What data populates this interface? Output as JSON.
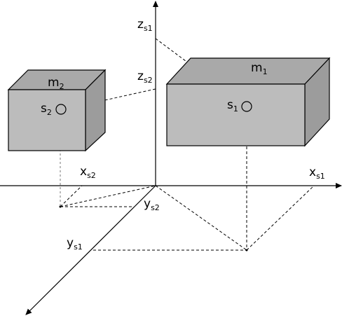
{
  "masses": {
    "m1": {
      "base": "m",
      "sub": "1"
    },
    "m2": {
      "base": "m",
      "sub": "2"
    }
  },
  "centers": {
    "s1": {
      "base": "s",
      "sub": "1"
    },
    "s2": {
      "base": "s",
      "sub": "2"
    }
  },
  "axis_labels": {
    "xs1": {
      "base": "x",
      "sub": "s1"
    },
    "xs2": {
      "base": "x",
      "sub": "s2"
    },
    "ys1": {
      "base": "y",
      "sub": "s1"
    },
    "ys2": {
      "base": "y",
      "sub": "s2"
    },
    "zs1": {
      "base": "z",
      "sub": "s1"
    },
    "zs2": {
      "base": "z",
      "sub": "s2"
    }
  }
}
